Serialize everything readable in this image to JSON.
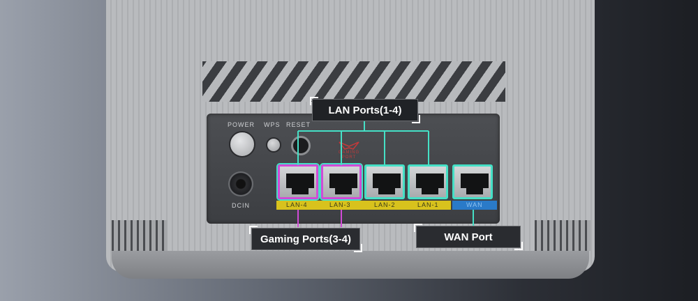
{
  "labels": {
    "power": "POWER",
    "wps": "WPS",
    "reset": "RESET",
    "dcin": "DCIN",
    "gaming_port_logo": "GAMING PORT"
  },
  "ports": [
    {
      "label": "LAN-4",
      "type": "gaming"
    },
    {
      "label": "LAN-3",
      "type": "gaming"
    },
    {
      "label": "LAN-2",
      "type": "lan"
    },
    {
      "label": "LAN-1",
      "type": "lan"
    },
    {
      "label": "WAN",
      "type": "wan"
    }
  ],
  "callouts": {
    "lan": "LAN Ports(1-4)",
    "gaming": "Gaming Ports(3-4)",
    "wan": "WAN Port"
  },
  "colors": {
    "lan_line": "#45e0c6",
    "gaming_line": "#d14bd6",
    "lan_strip": "#d8c21d",
    "wan_strip": "#2a7ac8"
  }
}
